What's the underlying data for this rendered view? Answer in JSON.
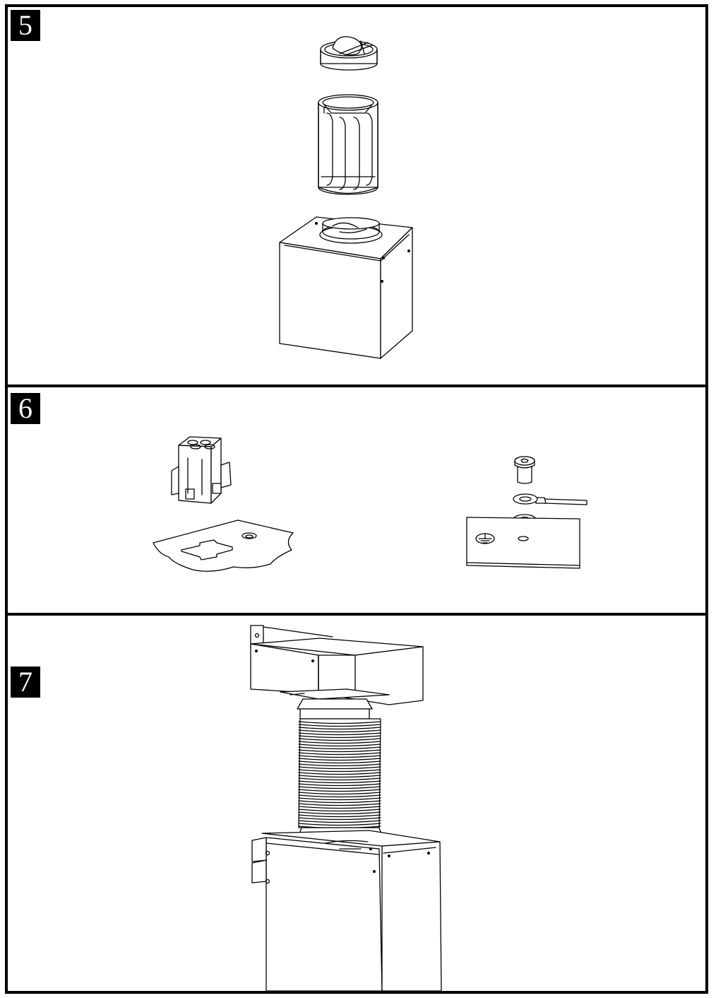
{
  "steps": [
    {
      "number": "5"
    },
    {
      "number": "6"
    },
    {
      "number": "7"
    }
  ],
  "icons": {
    "ground": "ground-symbol-icon"
  },
  "colors": {
    "line": "#000000",
    "background": "#ffffff"
  }
}
